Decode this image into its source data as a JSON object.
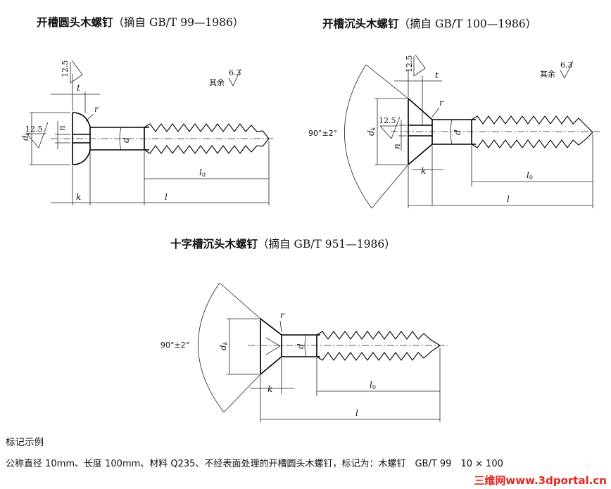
{
  "titles": {
    "round_head": {
      "name": "开槽圆头木螺钉",
      "std": "（摘自 GB/T 99—1986）"
    },
    "countersunk": {
      "name": "开槽沉头木螺钉",
      "std": "（摘自 GB/T 100—1986）"
    },
    "cross_recess": {
      "name": "十字槽沉头木螺钉",
      "std": "（摘自 GB/T 951—1986）"
    }
  },
  "labels": {
    "dk": "d",
    "dk_sub": "k",
    "d": "d",
    "k": "k",
    "t": "t",
    "l": "l",
    "l0": "l",
    "l0_sub": "0",
    "n": "n",
    "r": "r",
    "roughness_125": "12.5",
    "roughness_63": "6.3",
    "rest": "其余",
    "angle": "90°±2°"
  },
  "marking": {
    "heading": "标记示例",
    "text": "公称直径 10mm、长度 100mm、材料 Q235、不经表面处理的开槽圆头木螺钉，标记为：木螺钉　GB/T 99　10 × 100"
  },
  "watermark": "三维网www.3dportal.cn"
}
